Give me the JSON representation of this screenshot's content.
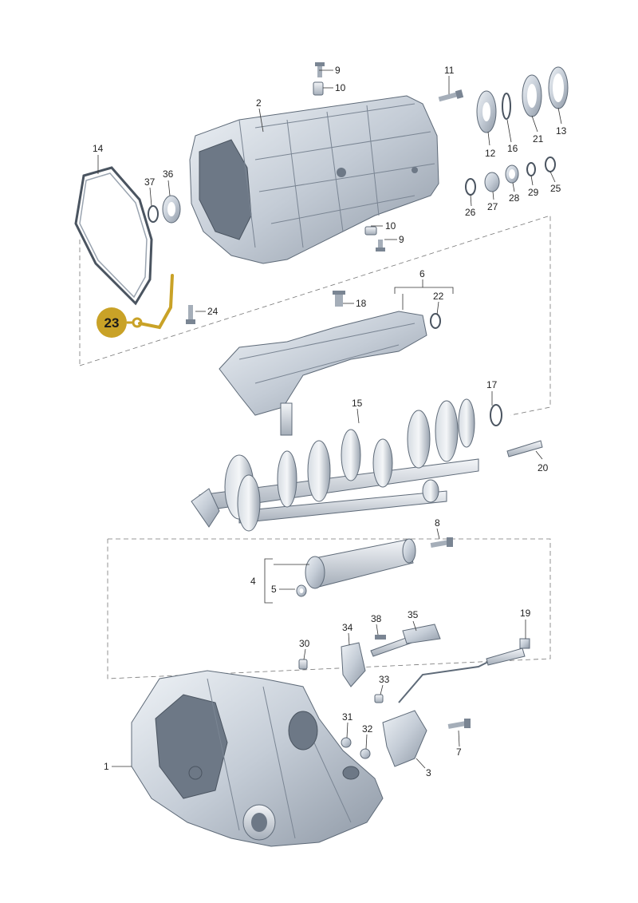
{
  "diagram": {
    "highlight_color": "#c9a227",
    "highlight_label": "23",
    "labels": {
      "n1": "1",
      "n2": "2",
      "n3": "3",
      "n4": "4",
      "n5": "5",
      "n6": "6",
      "n7": "7",
      "n8": "8",
      "n9a": "9",
      "n9b": "9",
      "n10a": "10",
      "n10b": "10",
      "n11": "11",
      "n12": "12",
      "n13": "13",
      "n14": "14",
      "n15": "15",
      "n16": "16",
      "n17": "17",
      "n18": "18",
      "n19": "19",
      "n20": "20",
      "n21": "21",
      "n22": "22",
      "n24": "24",
      "n25": "25",
      "n26": "26",
      "n27": "27",
      "n28": "28",
      "n29": "29",
      "n30": "30",
      "n31": "31",
      "n32": "32",
      "n33": "33",
      "n34": "34",
      "n35": "35",
      "n36": "36",
      "n37": "37",
      "n38": "38"
    }
  }
}
